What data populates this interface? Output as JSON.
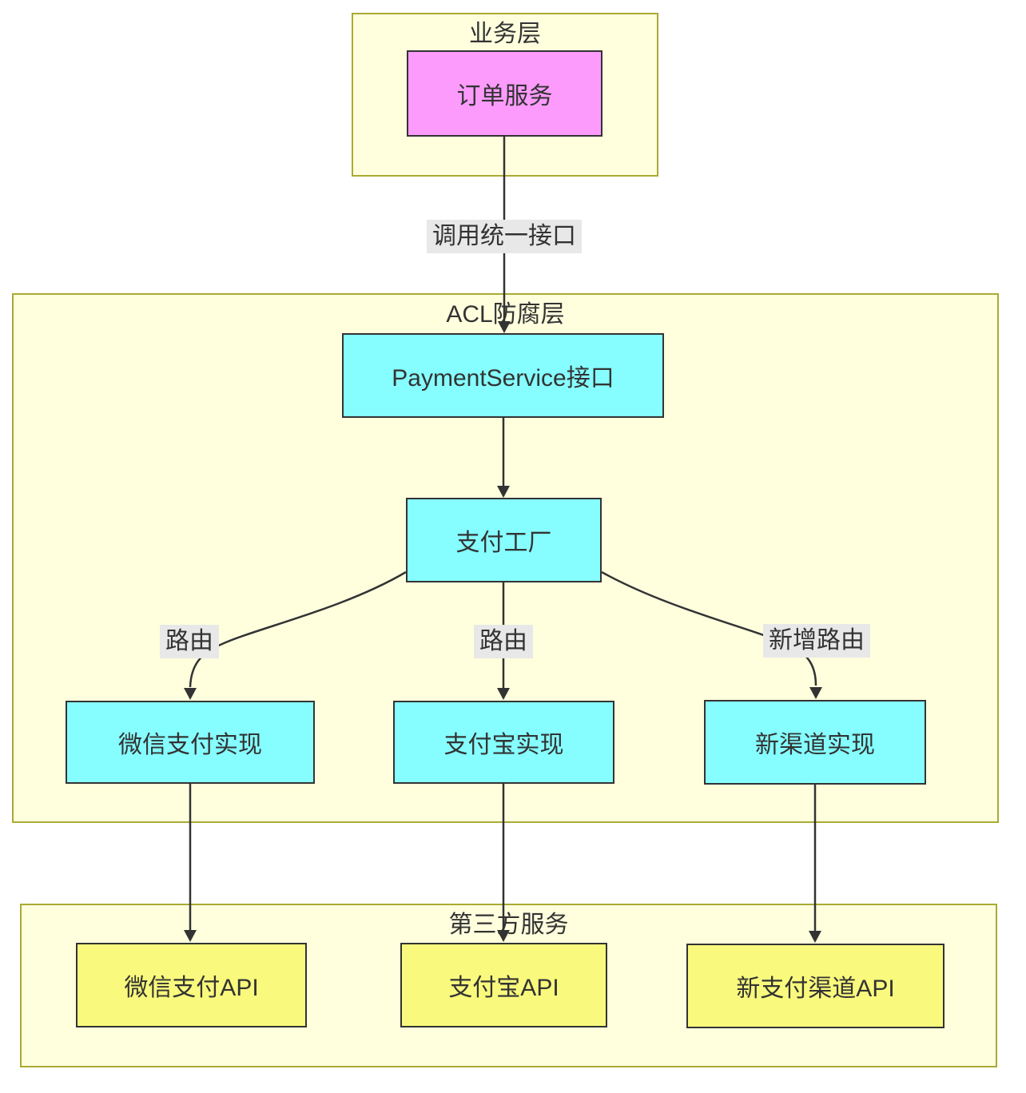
{
  "diagram": {
    "clusters": {
      "business": {
        "title": "业务层"
      },
      "acl": {
        "title": "ACL防腐层"
      },
      "third_party": {
        "title": "第三方服务"
      }
    },
    "nodes": {
      "order_service": {
        "label": "订单服务"
      },
      "payment_service_interface": {
        "label": "PaymentService接口"
      },
      "payment_factory": {
        "label": "支付工厂"
      },
      "wechat_impl": {
        "label": "微信支付实现"
      },
      "alipay_impl": {
        "label": "支付宝实现"
      },
      "new_channel_impl": {
        "label": "新渠道实现"
      },
      "wechat_api": {
        "label": "微信支付API"
      },
      "alipay_api": {
        "label": "支付宝API"
      },
      "new_channel_api": {
        "label": "新支付渠道API"
      }
    },
    "edge_labels": {
      "call_unified": "调用统一接口",
      "route_wechat": "路由",
      "route_alipay": "路由",
      "route_new": "新增路由"
    },
    "colors": {
      "cluster_fill": "#ffffde",
      "cluster_border": "#aaaa33",
      "node_pink": "#fc9bfc",
      "node_cyan": "#86feff",
      "node_yellow": "#f9f97d",
      "edge_label_bg": "#e8e8e8",
      "line": "#333333",
      "text": "#333333"
    }
  }
}
